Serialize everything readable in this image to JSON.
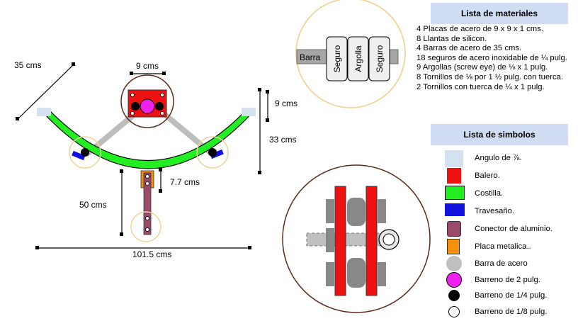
{
  "dimensions": {
    "d35": "35 cms",
    "d9_top": "9 cms",
    "d9_right": "9 cms",
    "d33": "33 cms",
    "d7_7": "7.7 cms",
    "d50": "50 cms",
    "d101_5": "101.5 cms"
  },
  "detail_top": {
    "barra": "Barra",
    "seguro_left": "Seguro",
    "argolla": "Argolla",
    "seguro_right": "Seguro"
  },
  "materials": {
    "title": "Lista de materiales",
    "items": [
      "4 Placas de acero de 9 x 9 x 1 cms.",
      "8 Llantas de silicon.",
      "4 Barras de acero de 35 cms.",
      "18 seguros de acero inoxidable de ¼ pulg.",
      "9 Argollas (screw eye) de ⅛ x 1 pulg.",
      "8 Tornillos de ⅛ por 1 ½ pulg. con tuerca.",
      "2 Tornillos con tuerca de ¼ x 1 pulg."
    ]
  },
  "symbols": {
    "title": "Lista de simbolos",
    "items": [
      {
        "label": "Angulo de ⅞.",
        "color": "#d4e2f0",
        "shape": "rect"
      },
      {
        "label": "Balero.",
        "color": "#ee1111",
        "shape": "rect"
      },
      {
        "label": "Costilla.",
        "color": "#22ee22",
        "shape": "rect"
      },
      {
        "label": "Travesaño.",
        "color": "#1111dd",
        "shape": "rect"
      },
      {
        "label": "Conector de aluminio.",
        "color": "#9a4a6a",
        "shape": "rect"
      },
      {
        "label": "Placa metalica..",
        "color": "#f4900c",
        "shape": "rect"
      },
      {
        "label": "Barra de acero",
        "color": "#bfbfbf",
        "shape": "circle"
      },
      {
        "label": "Barreno de 2 pulg.",
        "color": "#ee22ee",
        "shape": "circle"
      },
      {
        "label": "Barreno de 1/4 pulg.",
        "color": "#000000",
        "shape": "circle"
      },
      {
        "label": "Barreno de 1/8 pulg.",
        "color": "#ffffff",
        "shape": "circle"
      }
    ]
  }
}
